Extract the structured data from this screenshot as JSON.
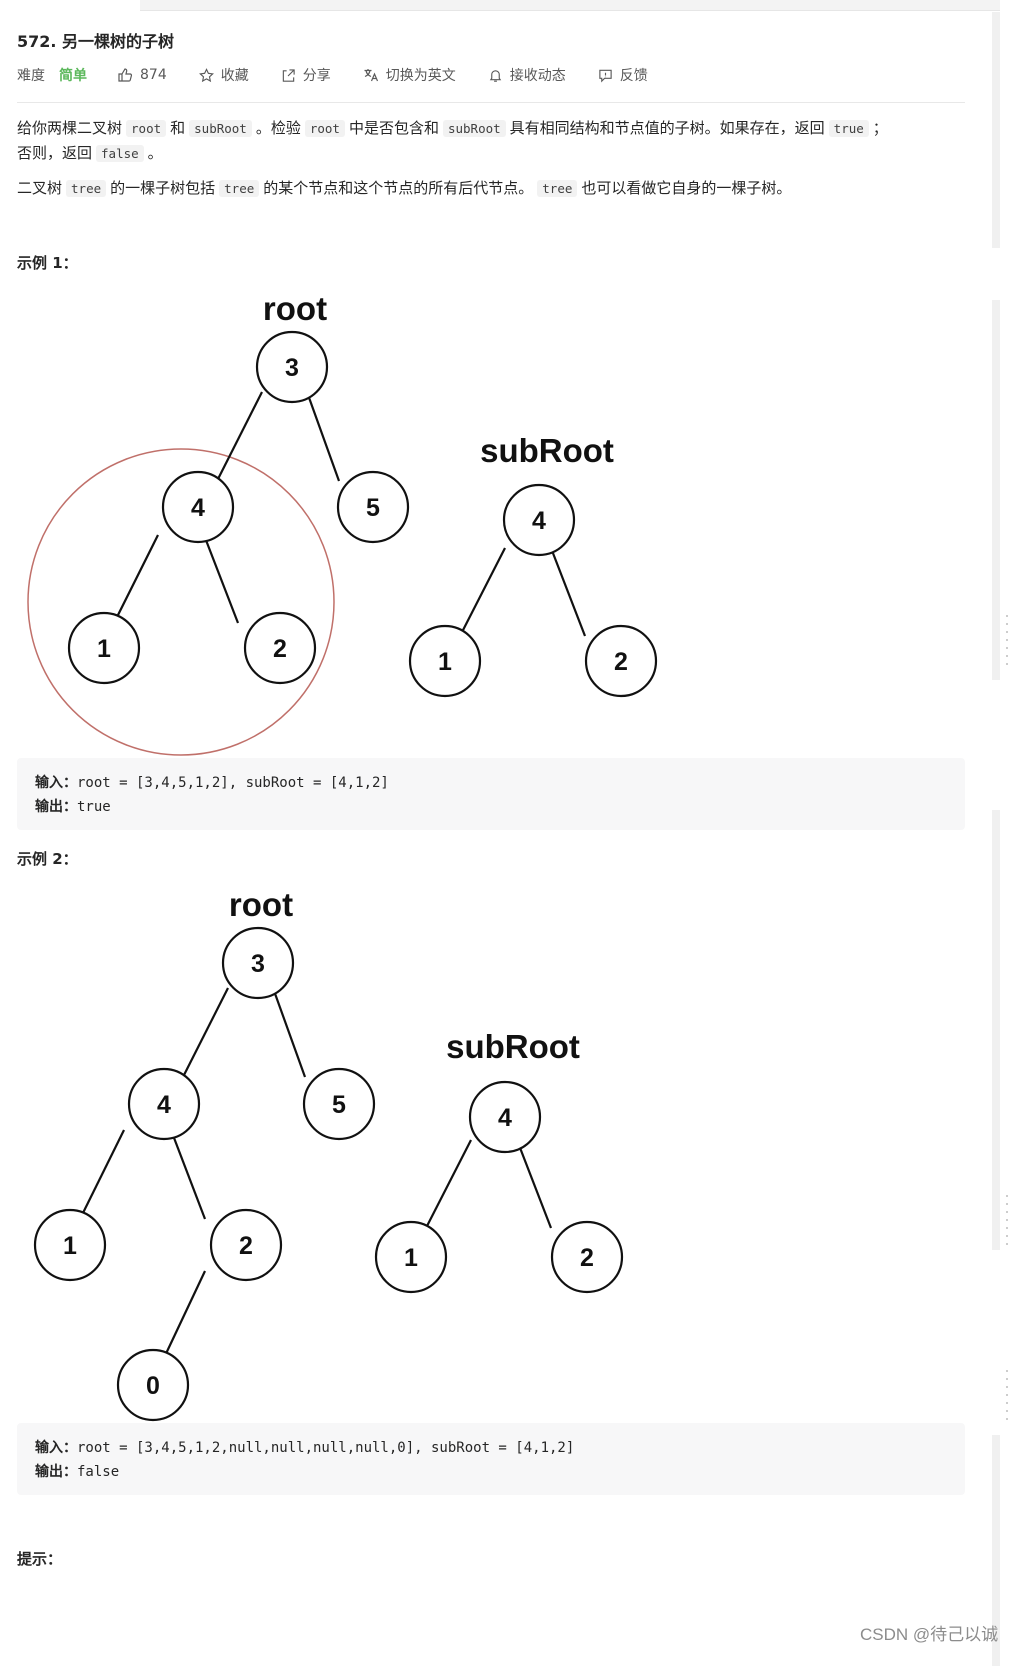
{
  "problem": {
    "title": "572. 另一棵树的子树",
    "meta": {
      "difficulty_label": "难度",
      "difficulty_value": "简单",
      "likes": "874",
      "favorite": "收藏",
      "share": "分享",
      "switch_lang": "切换为英文",
      "subscribe": "接收动态",
      "feedback": "反馈",
      "difficulty_color": "#5cb85c"
    },
    "desc1": {
      "t1": "给你两棵二叉树",
      "c1": "root",
      "t2": "和",
      "c2": "subRoot",
      "t3": "。检验",
      "c3": "root",
      "t4": "中是否包含和",
      "c4": "subRoot",
      "t5": "具有相同结构和节点值的子树。如果存在，返回",
      "c5": "true",
      "t6": "；",
      "t7": "否则，返回",
      "c6": "false",
      "t8": "。"
    },
    "desc2": {
      "t1": "二叉树",
      "c1": "tree",
      "t2": "的一棵子树包括",
      "c2": "tree",
      "t3": "的某个节点和这个节点的所有后代节点。",
      "c3": "tree",
      "t4": "也可以看做它自身的一棵子树。"
    },
    "examples": [
      {
        "heading": "示例 1：",
        "root_label": "root",
        "subroot_label": "subRoot",
        "root_nodes": [
          "3",
          "4",
          "5",
          "1",
          "2"
        ],
        "subroot_nodes": [
          "4",
          "1",
          "2"
        ],
        "input_label": "输入：",
        "input_value": "root = [3,4,5,1,2], subRoot = [4,1,2]",
        "output_label": "输出：",
        "output_value": "true"
      },
      {
        "heading": "示例 2：",
        "root_label": "root",
        "subroot_label": "subRoot",
        "root_nodes": [
          "3",
          "4",
          "5",
          "1",
          "2",
          "0"
        ],
        "subroot_nodes": [
          "4",
          "1",
          "2"
        ],
        "input_label": "输入：",
        "input_value": "root = [3,4,5,1,2,null,null,null,null,0], subRoot = [4,1,2]",
        "output_label": "输出：",
        "output_value": "false"
      }
    ],
    "hint_heading": "提示：",
    "highlight_circle_color": "#c0706a"
  },
  "watermark": "CSDN @待己以诚"
}
